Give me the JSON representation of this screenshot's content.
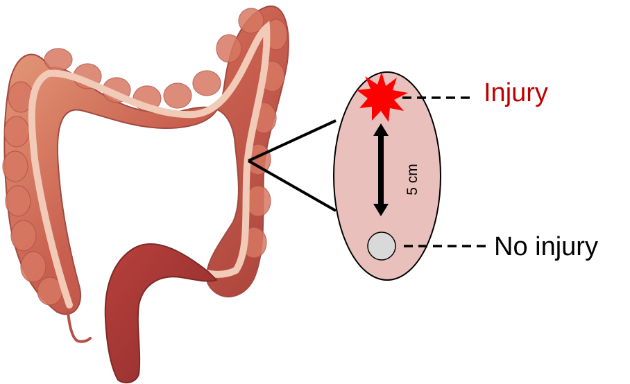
{
  "labels": {
    "injury": "Injury",
    "no_injury": "No injury",
    "distance": "5 cm"
  },
  "colors": {
    "injury_text": "#c00000",
    "injury_burst": "#ff0000",
    "zoom_oval_fill": "#e9c0bb",
    "no_injury_circle": "#d9d9d9",
    "colon_base": "#c45a4d",
    "colon_highlight": "#e59b7d",
    "colon_band": "#efc7b3"
  },
  "icons": {
    "injury_marker": "starburst-icon",
    "no_injury_marker": "circle-icon",
    "distance_marker": "double-arrow-icon"
  }
}
